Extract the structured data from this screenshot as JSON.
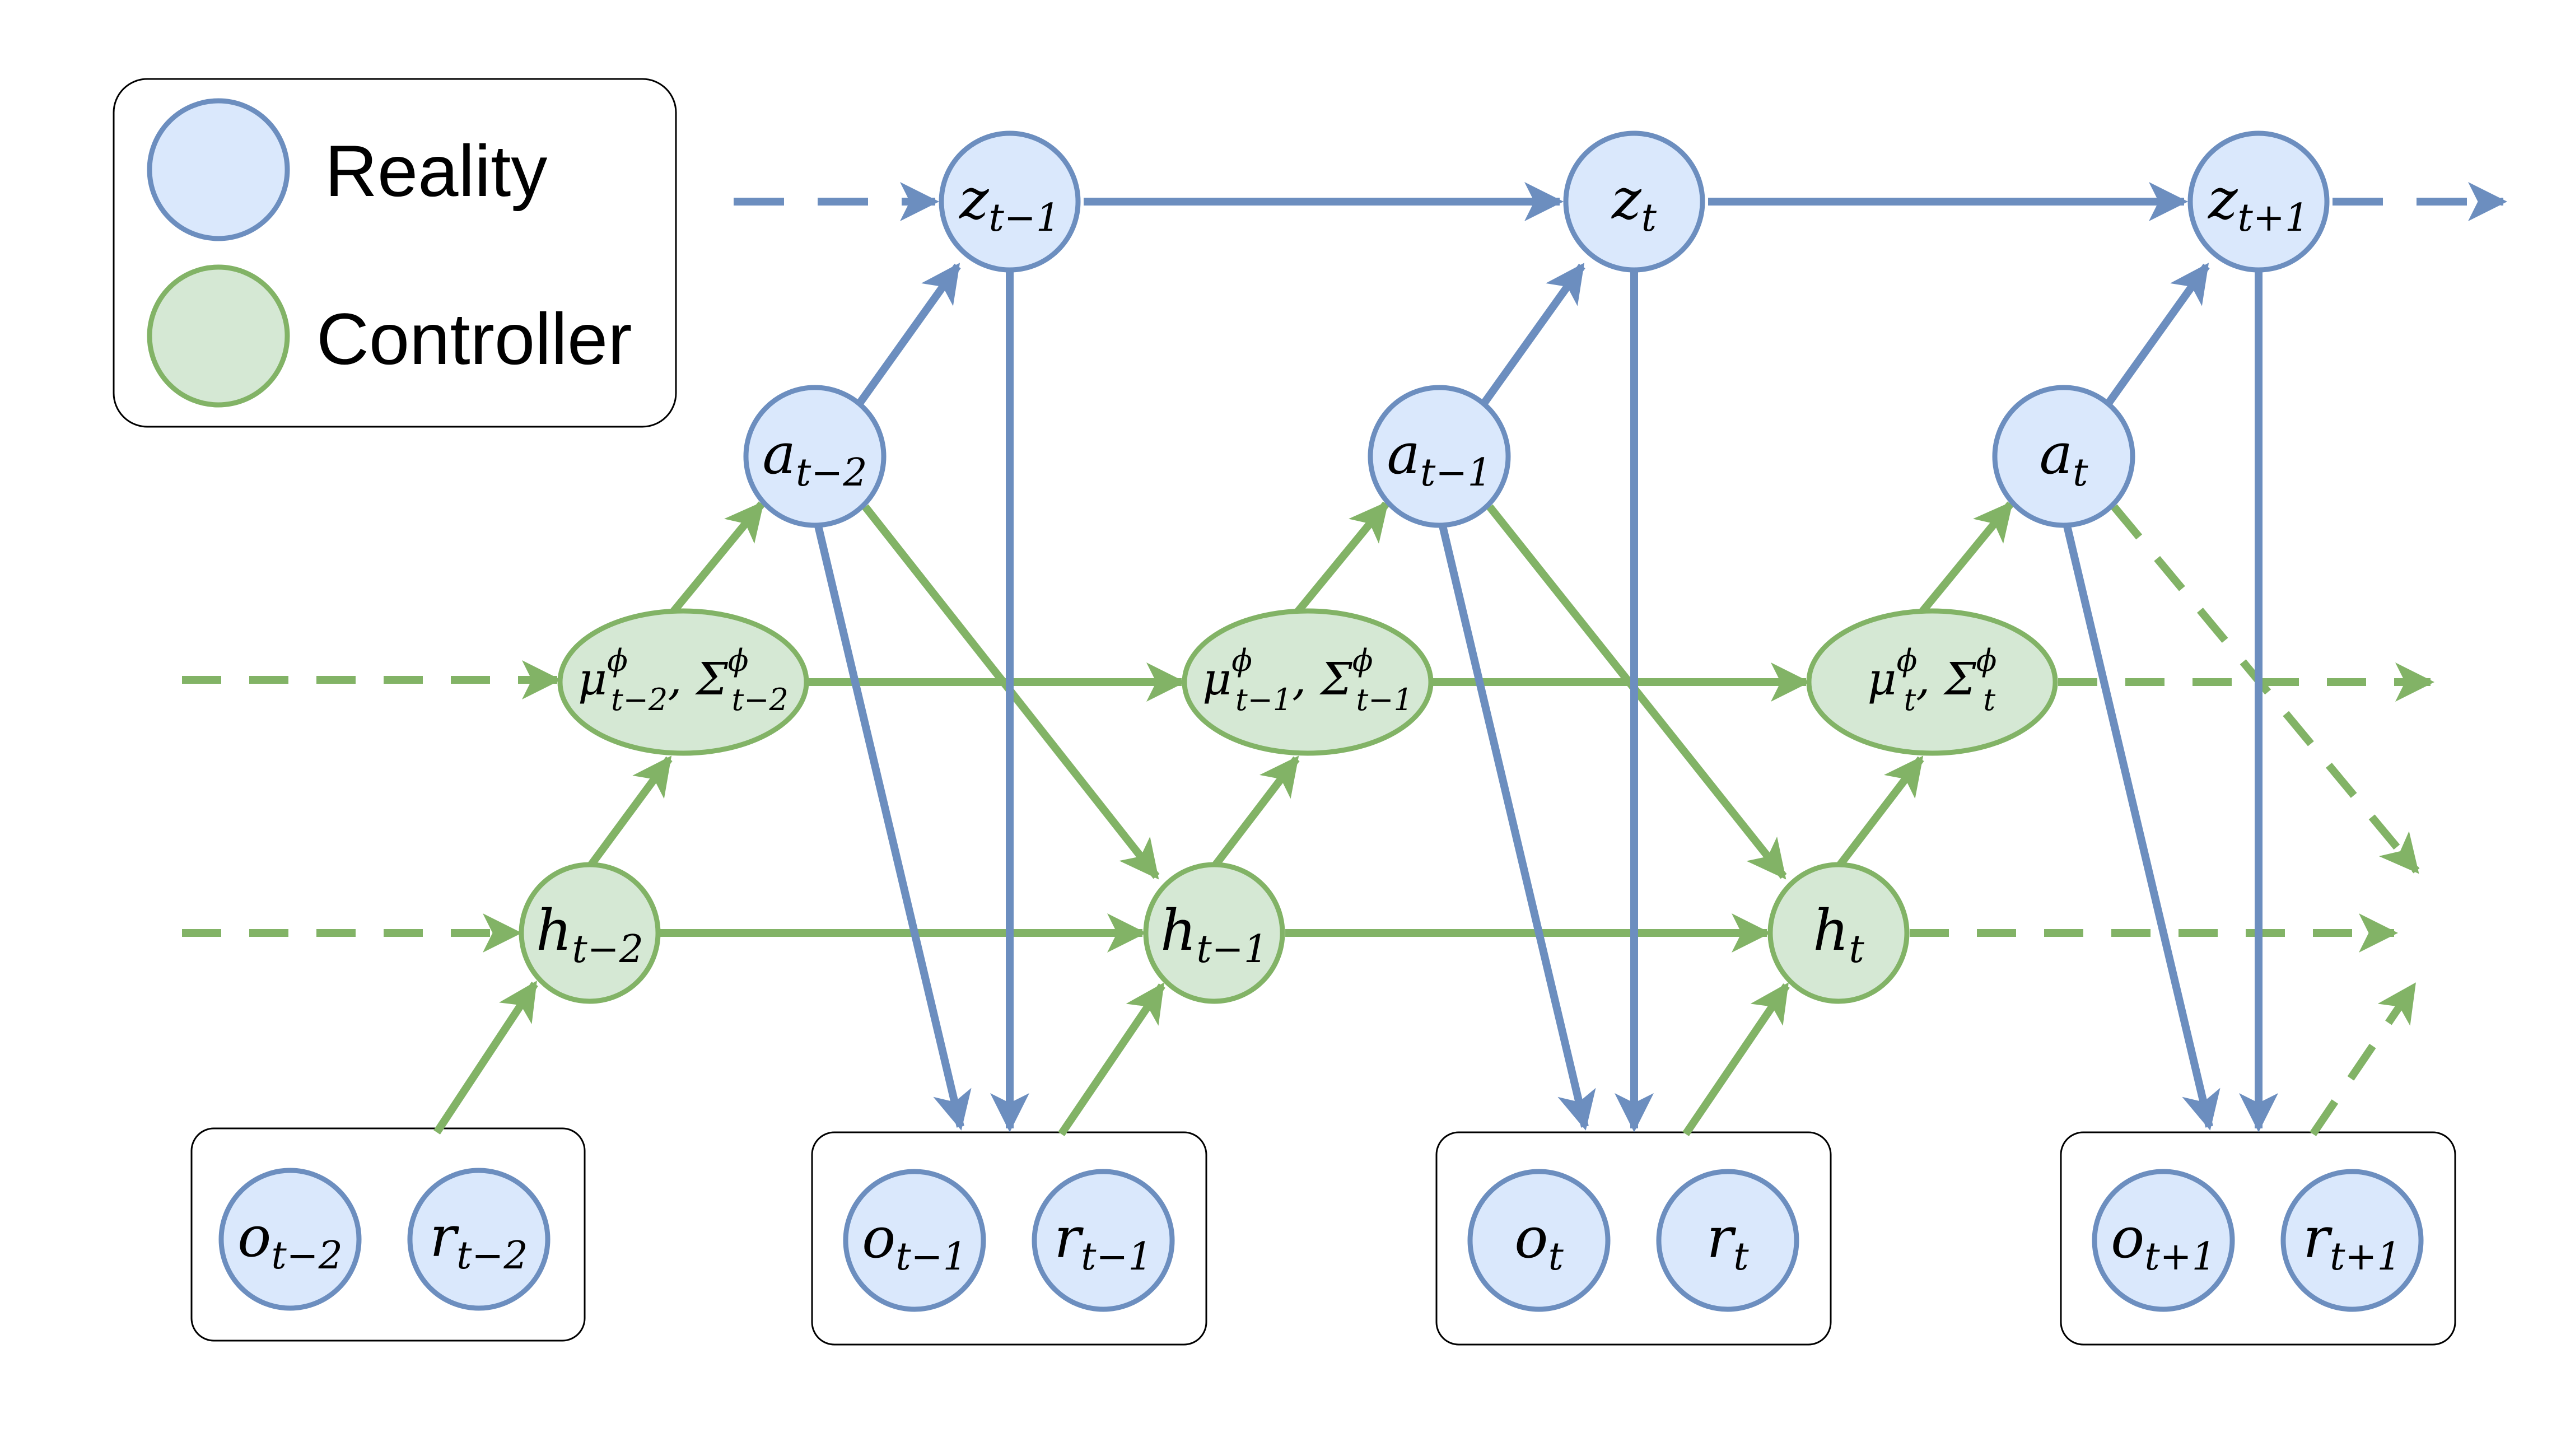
{
  "legend": {
    "reality_label": "Reality",
    "controller_label": "Controller"
  },
  "colors": {
    "reality_fill": "#dae8fc",
    "reality_stroke": "#6c8ebf",
    "controller_fill": "#d5e8d4",
    "controller_stroke": "#82b366"
  },
  "nodes": {
    "z": [
      {
        "base": "z",
        "sub": "t−1"
      },
      {
        "base": "z",
        "sub": "t"
      },
      {
        "base": "z",
        "sub": "t+1"
      }
    ],
    "a": [
      {
        "base": "a",
        "sub": "t−2"
      },
      {
        "base": "a",
        "sub": "t−1"
      },
      {
        "base": "a",
        "sub": "t"
      }
    ],
    "mu": [
      {
        "sub": "t−2",
        "sup": "ϕ"
      },
      {
        "sub": "t−1",
        "sup": "ϕ"
      },
      {
        "sub": "t",
        "sup": "ϕ"
      }
    ],
    "h": [
      {
        "base": "h",
        "sub": "t−2"
      },
      {
        "base": "h",
        "sub": "t−1"
      },
      {
        "base": "h",
        "sub": "t"
      }
    ],
    "o": [
      {
        "base": "o",
        "sub": "t−2"
      },
      {
        "base": "o",
        "sub": "t−1"
      },
      {
        "base": "o",
        "sub": "t"
      },
      {
        "base": "o",
        "sub": "t+1"
      }
    ],
    "r": [
      {
        "base": "r",
        "sub": "t−2"
      },
      {
        "base": "r",
        "sub": "t−1"
      },
      {
        "base": "r",
        "sub": "t"
      },
      {
        "base": "r",
        "sub": "t+1"
      }
    ]
  }
}
